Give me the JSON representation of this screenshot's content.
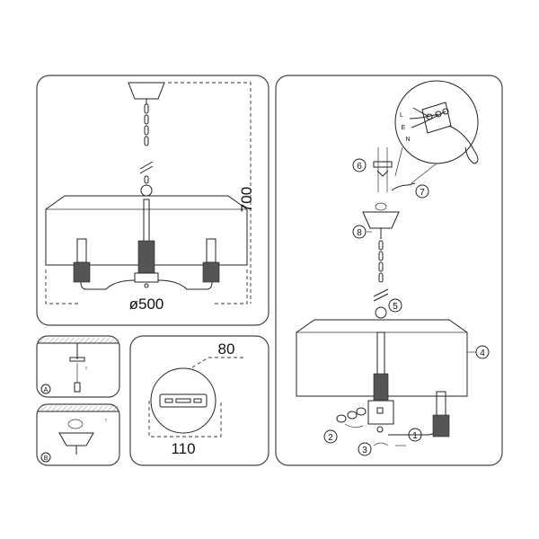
{
  "dimensions": {
    "height_label": "700",
    "diameter_label": "ø500",
    "plate_depth_label": "80",
    "plate_width_label": "110"
  },
  "steps": [
    "1",
    "2",
    "3",
    "4",
    "5",
    "6",
    "7",
    "8"
  ],
  "insets": [
    "A",
    "B"
  ],
  "wiring": [
    "L",
    "E",
    "N"
  ]
}
